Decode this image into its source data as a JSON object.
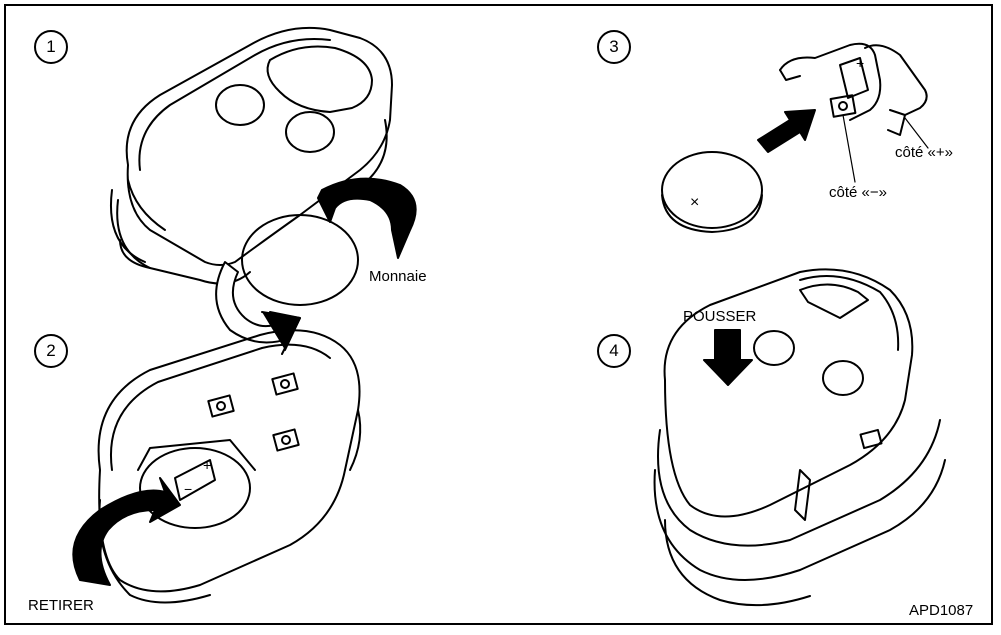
{
  "steps": {
    "s1": "1",
    "s2": "2",
    "s3": "3",
    "s4": "4"
  },
  "labels": {
    "coin": "Monnaie",
    "remove": "RETIRER",
    "plus_side": "côté «+»",
    "minus_side": "côté «−»",
    "push": "POUSSER",
    "figure_code": "APD1087"
  },
  "battery_marks": {
    "plus": "+",
    "minus": "−",
    "cross": "×"
  }
}
